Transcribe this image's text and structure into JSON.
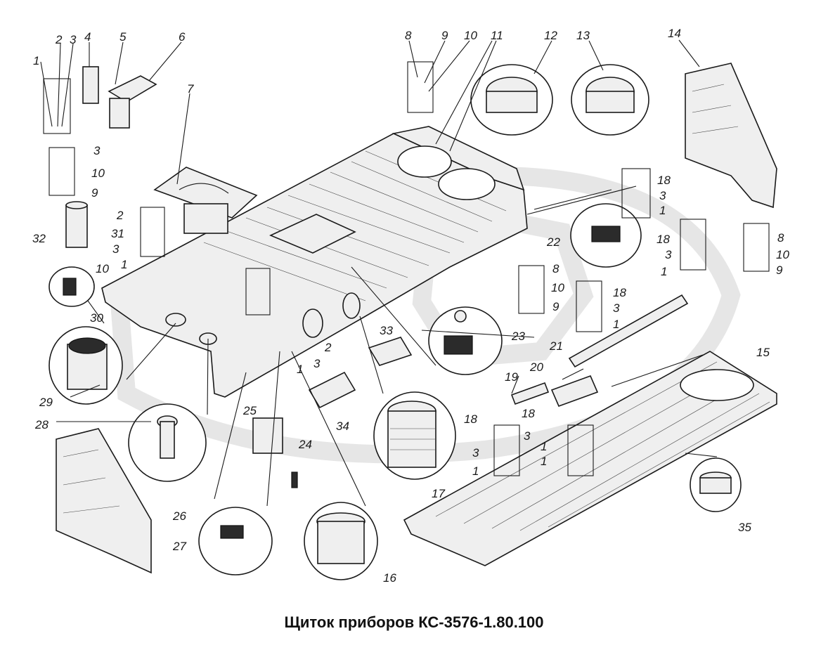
{
  "caption": "Щиток приборов КС-3576-1.80.100",
  "part_labels": [
    "1",
    "2",
    "3",
    "4",
    "5",
    "6",
    "7",
    "8",
    "9",
    "10",
    "11",
    "12",
    "13",
    "14",
    "15",
    "16",
    "17",
    "18",
    "19",
    "20",
    "21",
    "22",
    "23",
    "24",
    "25",
    "26",
    "27",
    "28",
    "29",
    "30",
    "31",
    "32",
    "33",
    "34",
    "35"
  ]
}
